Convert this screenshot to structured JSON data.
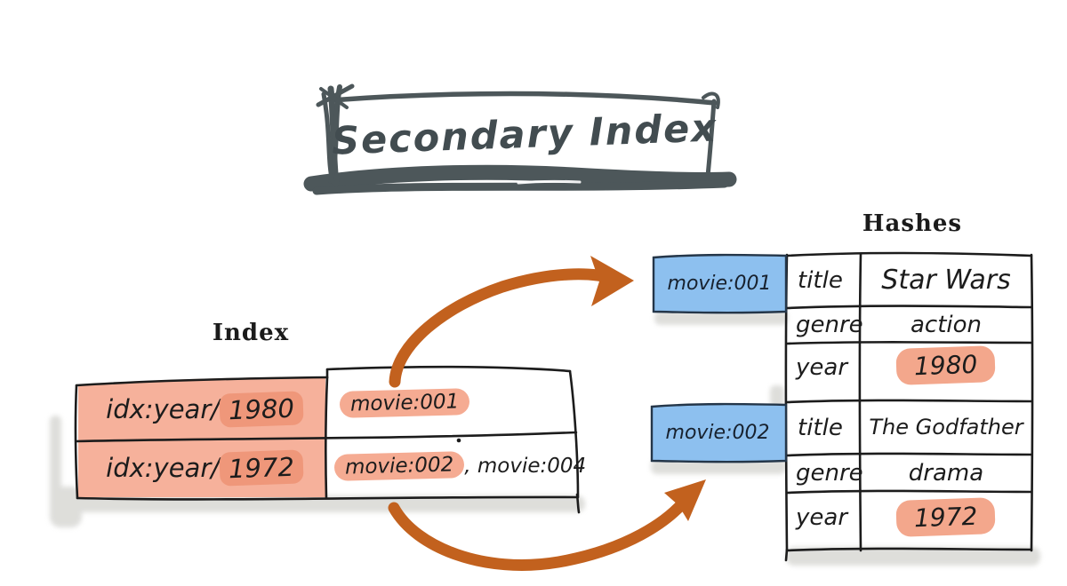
{
  "banner": {
    "title": "Secondary Index"
  },
  "index_table": {
    "label": "Index",
    "rows": [
      {
        "key_prefix": "idx:year/",
        "key_year": "1980",
        "value_hl": "movie:001",
        "value_rest": ""
      },
      {
        "key_prefix": "idx:year/",
        "key_year": "1972",
        "value_hl": "movie:002",
        "value_rest": ", movie:004"
      }
    ]
  },
  "hashes": {
    "label": "Hashes",
    "entries": [
      {
        "key": "movie:001",
        "fields": [
          {
            "name": "title",
            "value": "Star Wars"
          },
          {
            "name": "genre",
            "value": "action"
          },
          {
            "name": "year",
            "value": "1980"
          }
        ]
      },
      {
        "key": "movie:002",
        "fields": [
          {
            "name": "title",
            "value": "The Godfather"
          },
          {
            "name": "genre",
            "value": "drama"
          },
          {
            "name": "year",
            "value": "1972"
          }
        ]
      }
    ]
  },
  "colors": {
    "ink": "#1c1c1c",
    "banner_ink": "#4d575a",
    "salmon_cell": "#f6b19b",
    "salmon_highlight": "#ef977a",
    "salmon_pill": "#f5ab92",
    "key_blue": "#8dc0ef",
    "arrow_orange": "#c2611e"
  }
}
